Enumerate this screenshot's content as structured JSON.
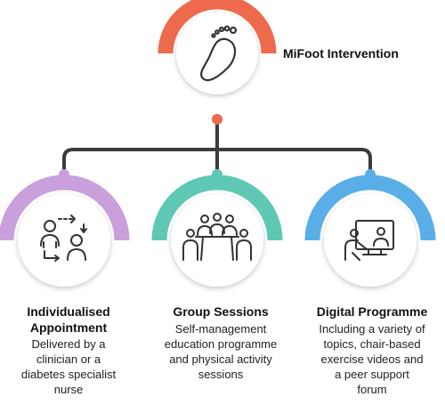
{
  "title": "MiFoot Intervention",
  "colors": {
    "top": "#ee6a4c",
    "purple": "#c9a0dc",
    "teal": "#5ec8b4",
    "blue": "#5aaee8",
    "connector": "#3b3b3b",
    "icon": "#333333"
  },
  "components": [
    {
      "heading": "Individualised Appointment",
      "heading_lines": [
        "Individualised",
        "Appointment"
      ],
      "description": [
        "Delivered by a",
        "clinician or a",
        "diabetes specialist",
        "nurse"
      ],
      "icon": "clinician-patient-icon",
      "accent": "purple"
    },
    {
      "heading": "Group Sessions",
      "heading_lines": [
        "Group Sessions"
      ],
      "description": [
        "Self-management",
        "education programme",
        "and physical activity",
        "sessions"
      ],
      "icon": "group-meeting-icon",
      "accent": "teal"
    },
    {
      "heading": "Digital Programme",
      "heading_lines": [
        "Digital Programme"
      ],
      "description": [
        "Including a variety of",
        "topics, chair-based",
        "exercise videos and",
        "a peer support",
        "forum"
      ],
      "icon": "video-screen-icon",
      "accent": "blue"
    }
  ]
}
